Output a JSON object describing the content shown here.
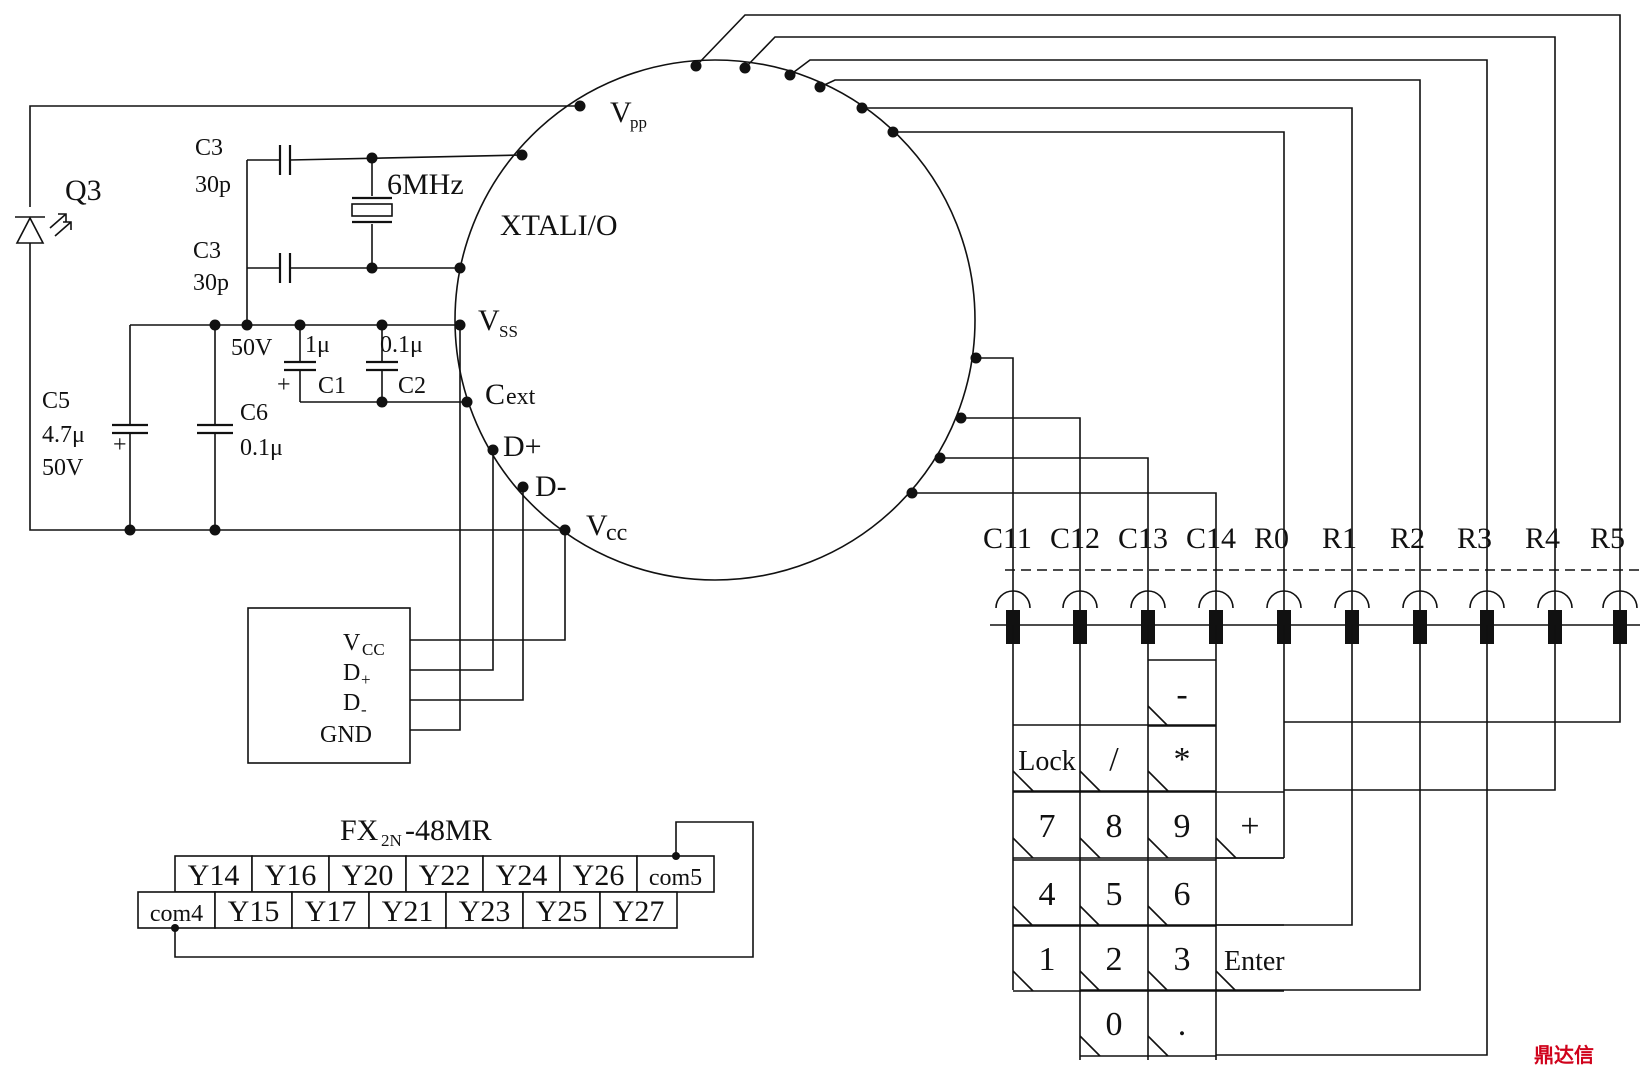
{
  "chip": {
    "label": "XTALI/O",
    "pins": {
      "vpp": {
        "main": "V",
        "sub": "pp"
      },
      "vss": {
        "main": "V",
        "sub": "SS"
      },
      "cext": {
        "main": "C",
        "sub": "ext"
      },
      "dplus": "D+",
      "dminus": "D-",
      "vcc": {
        "main": "V",
        "sub": "cc"
      }
    }
  },
  "components": {
    "q3": "Q3",
    "c3_top": {
      "name": "C3",
      "value": "30p"
    },
    "c3_bottom": {
      "name": "C3",
      "value": "30p"
    },
    "crystal": "6MHz",
    "c1": {
      "name": "C1",
      "value": "1μ",
      "voltage": "50V"
    },
    "c2": {
      "name": "C2",
      "value": "0.1μ"
    },
    "c5": {
      "name": "C5",
      "value": "4.7μ",
      "voltage": "50V"
    },
    "c6": {
      "name": "C6",
      "value": "0.1μ"
    },
    "plus": "+"
  },
  "usb_connector": {
    "pins": [
      {
        "main": "V",
        "sub": "CC"
      },
      {
        "main": "D",
        "sub": "+"
      },
      {
        "main": "D",
        "sub": "-"
      },
      {
        "main": "GND",
        "sub": ""
      }
    ]
  },
  "plc": {
    "title_main": "FX",
    "title_sub": "2N",
    "title_rest": "-48MR",
    "top_row": [
      "Y14",
      "Y16",
      "Y20",
      "Y22",
      "Y24",
      "Y26",
      "com5"
    ],
    "bottom_row": [
      "com4",
      "Y15",
      "Y17",
      "Y21",
      "Y23",
      "Y25",
      "Y27"
    ]
  },
  "keypad": {
    "column_lines": [
      "C11",
      "C12",
      "C13",
      "C14",
      "R0",
      "R1",
      "R2",
      "R3",
      "R4",
      "R5"
    ],
    "keys": [
      {
        "label": "-"
      },
      {
        "label": "Lock"
      },
      {
        "label": "/"
      },
      {
        "label": "*"
      },
      {
        "label": "7"
      },
      {
        "label": "8"
      },
      {
        "label": "9"
      },
      {
        "label": "+"
      },
      {
        "label": "4"
      },
      {
        "label": "5"
      },
      {
        "label": "6"
      },
      {
        "label": "1"
      },
      {
        "label": "2"
      },
      {
        "label": "3"
      },
      {
        "label": "Enter"
      },
      {
        "label": "0"
      },
      {
        "label": "."
      }
    ]
  },
  "watermark": "鼎达信"
}
